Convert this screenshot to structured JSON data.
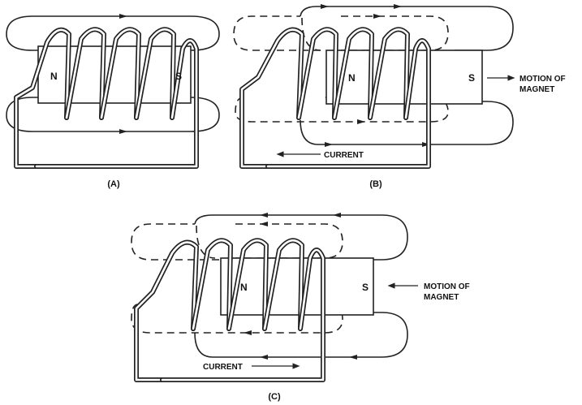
{
  "panels": [
    {
      "caption": "(A)",
      "magnet_left": "N",
      "magnet_right": "S"
    },
    {
      "caption": "(B)",
      "magnet_left": "N",
      "magnet_right": "S",
      "current_label": "CURRENT",
      "motion_label_line1": "MOTION OF",
      "motion_label_line2": "MAGNET"
    },
    {
      "caption": "(C)",
      "magnet_left": "N",
      "magnet_right": "S",
      "current_label": "CURRENT",
      "motion_label_line1": "MOTION OF",
      "motion_label_line2": "MAGNET"
    }
  ],
  "colors": {
    "ink": "#222222",
    "background": "#ffffff"
  }
}
